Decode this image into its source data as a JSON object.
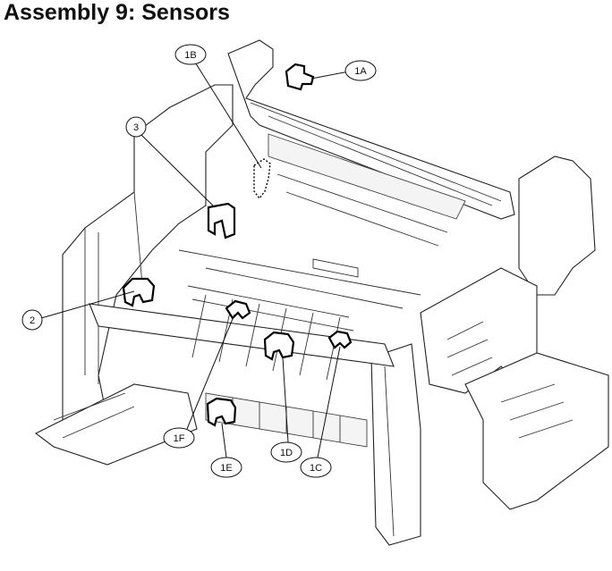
{
  "title": "Assembly 9:  Sensors",
  "callouts": {
    "c1A": "1A",
    "c1B": "1B",
    "c1C": "1C",
    "c1D": "1D",
    "c1E": "1E",
    "c1F": "1F",
    "c2": "2",
    "c3": "3"
  }
}
